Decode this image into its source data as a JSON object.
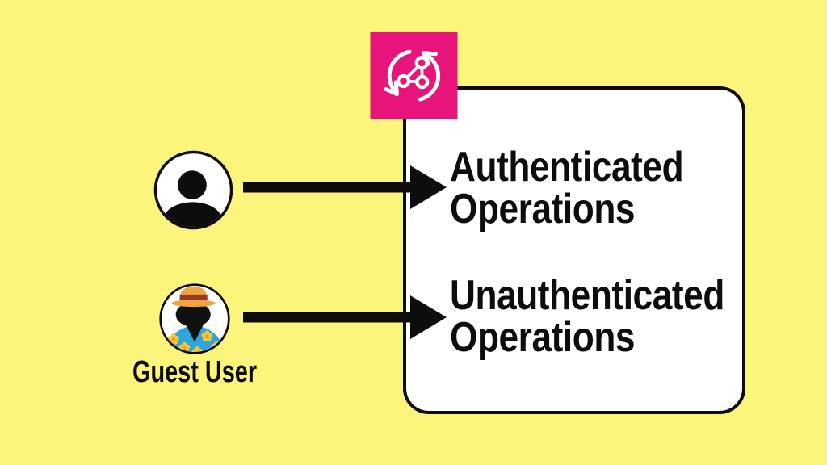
{
  "diagram": {
    "colors": {
      "background": "#FBF57B",
      "appsync_pink": "#E7157B",
      "ink_black": "#0D0D0D",
      "box_background": "#FFFFFF",
      "shirt_blue": "#2EA7DF",
      "hat_orange": "#F0A440",
      "hat_band_brown": "#943C28",
      "flower_yellow": "#FAC433"
    },
    "icons": {
      "service": "appsync-sync-icon",
      "authenticated_user": "user-silhouette-icon",
      "guest_user": "tourist-user-icon"
    },
    "actors": {
      "guest": {
        "label": "Guest User"
      }
    },
    "box": {
      "operations": [
        "Authenticated Operations",
        "Unauthenticated Operations"
      ]
    }
  }
}
